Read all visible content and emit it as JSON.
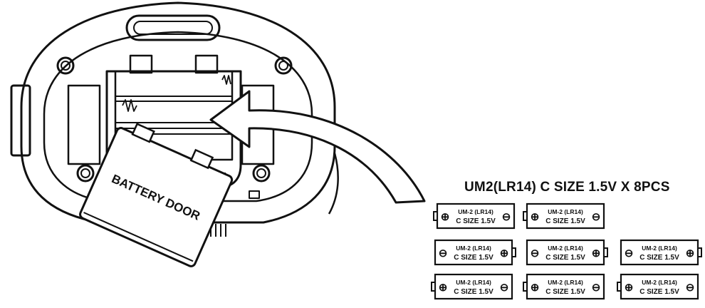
{
  "diagram": {
    "door_label": "BATTERY DOOR",
    "battery_spec": "UM2(LR14) C SIZE 1.5V X 8PCS",
    "cell_line1": "UM-2 (LR14)",
    "cell_line2": "C SIZE 1.5V",
    "plus_symbol": "⊕",
    "minus_symbol": "⊖",
    "batteries": [
      {
        "name": "battery-1",
        "orientation": "plus-left"
      },
      {
        "name": "battery-2",
        "orientation": "plus-left"
      },
      {
        "name": "battery-3",
        "orientation": "minus-left"
      },
      {
        "name": "battery-4",
        "orientation": "minus-left"
      },
      {
        "name": "battery-5",
        "orientation": "minus-left"
      },
      {
        "name": "battery-6",
        "orientation": "plus-left"
      },
      {
        "name": "battery-7",
        "orientation": "plus-left"
      },
      {
        "name": "battery-8",
        "orientation": "plus-left"
      }
    ]
  }
}
